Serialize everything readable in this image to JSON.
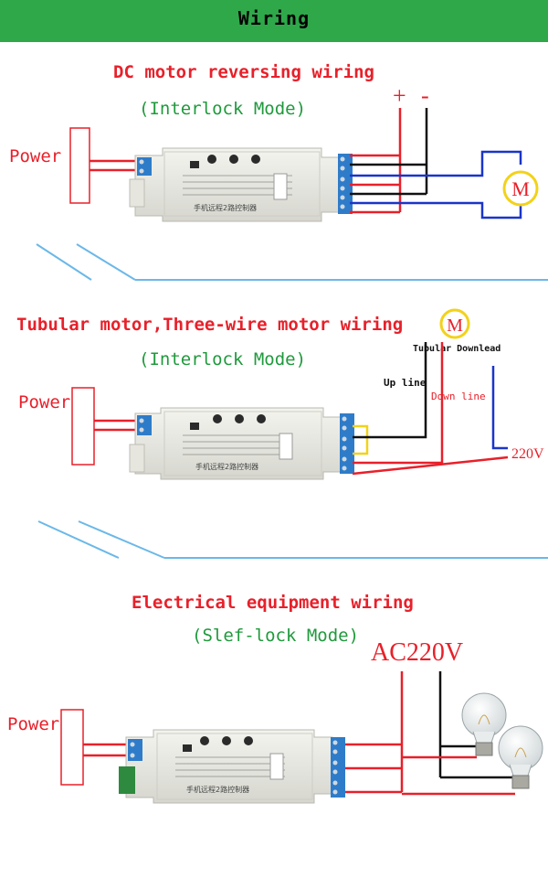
{
  "header": {
    "title": "Wiring"
  },
  "sections": [
    {
      "title": "DC motor reversing wiring",
      "mode": "(Interlock Mode)",
      "power_label": "Power",
      "plus_label": "+",
      "minus_label": "-",
      "motor_label": "M"
    },
    {
      "title": "Tubular motor,Three-wire motor wiring",
      "mode": "(Interlock Mode)",
      "power_label": "Power",
      "motor_label": "M",
      "downlead_label": "Tubular Downlead",
      "up_line_label": "Up line",
      "down_line_label": "Down line",
      "voltage_label": "220V"
    },
    {
      "title": "Electrical equipment wiring",
      "mode": "(Slef-lock Mode)",
      "power_label": "Power",
      "voltage_label": "AC220V"
    }
  ],
  "controller": {
    "label": "手机远程2路控制器"
  },
  "colors": {
    "header_bg": "#2fa84a",
    "title_red": "#e8202a",
    "mode_green": "#1f9a3c",
    "wire_red": "#e8202a",
    "wire_blue": "#1a35c9",
    "wire_black": "#111111",
    "motor_yellow": "#f2d21a",
    "line_blue": "#6bb8e8"
  }
}
